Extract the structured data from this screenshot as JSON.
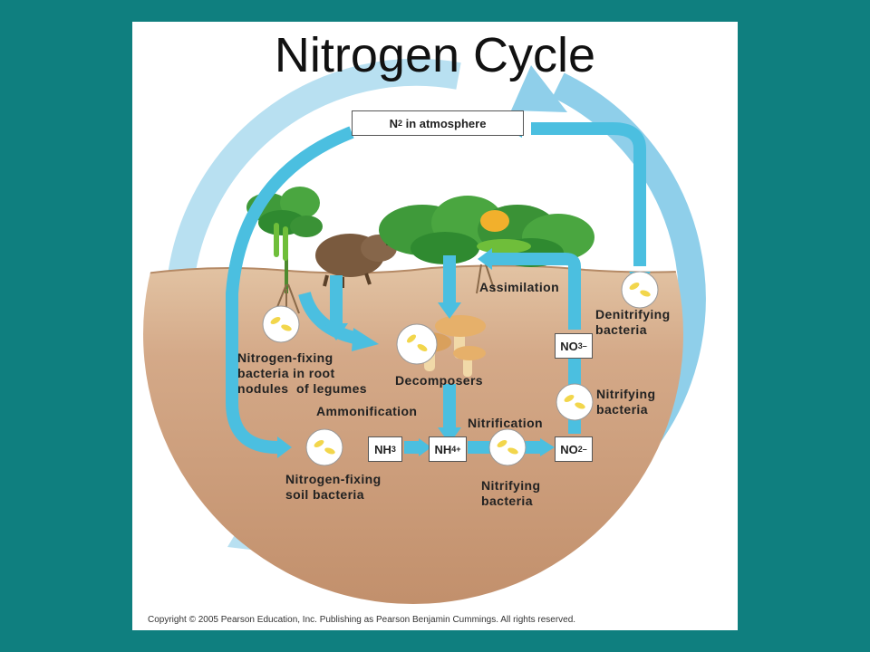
{
  "title": "Nitrogen Cycle",
  "copyright": "Copyright © 2005 Pearson Education, Inc. Publishing as Pearson Benjamin Cummings. All rights reserved.",
  "nodes": {
    "n2_atmosphere": {
      "main": "N",
      "sub": "2",
      "rest": " in atmosphere"
    },
    "nh3": {
      "main": "NH",
      "sub": "3"
    },
    "nh4": {
      "main": "NH",
      "sub": "4",
      "sup": "+"
    },
    "no2": {
      "main": "NO",
      "sub": "2",
      "sup": "–"
    },
    "no3": {
      "main": "NO",
      "sub": "3",
      "sup": "–"
    }
  },
  "labels": {
    "assimilation": "Assimilation",
    "denitrifying_1": "Denitrifying",
    "denitrifying_2": "bacteria",
    "nitrogen_fixing_root_1": "Nitrogen-fixing",
    "nitrogen_fixing_root_2": "bacteria in root",
    "nitrogen_fixing_root_3": "nodules  of legumes",
    "decomposers": "Decomposers",
    "nitrifying_right_1": "Nitrifying",
    "nitrifying_right_2": "bacteria",
    "ammonification": "Ammonification",
    "nitrification": "Nitrification",
    "nitrogen_fixing_soil_1": "Nitrogen-fixing",
    "nitrogen_fixing_soil_2": "soil bacteria",
    "nitrifying_bottom_1": "Nitrifying",
    "nitrifying_bottom_2": "bacteria"
  },
  "colors": {
    "background": "#0f7f7f",
    "arrow_blue": "#4bbfe0",
    "cycle_blue": "#a9d9ee",
    "soil": "#cfa07c",
    "plant_green": "#3f9a3a"
  }
}
